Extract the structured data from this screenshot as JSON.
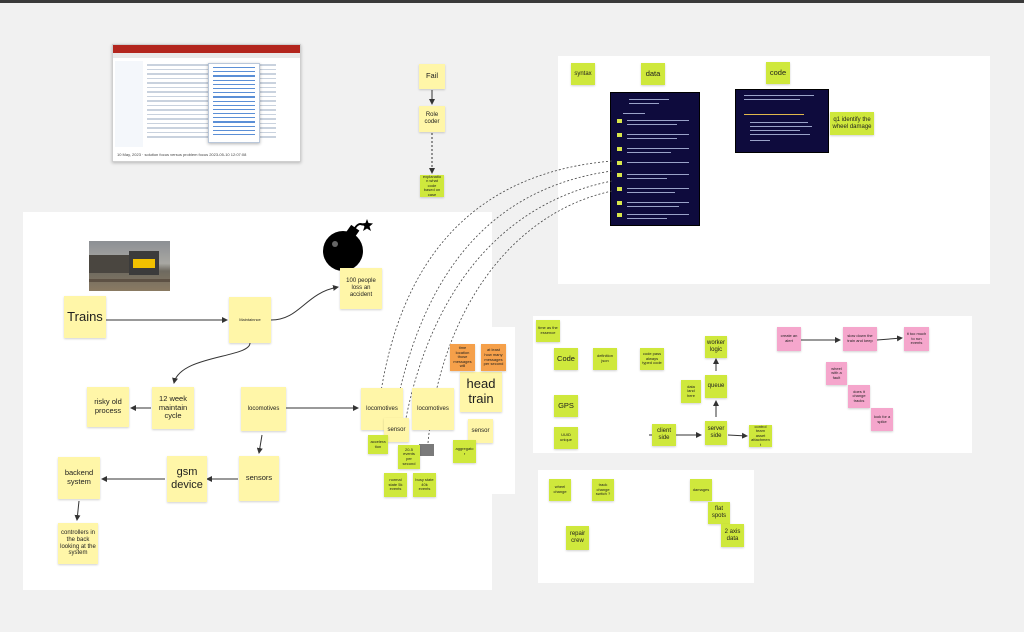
{
  "screenshot": {
    "caption": "10 May, 2023 · solution focus versus problem focus 2023-05-10 12:07:08"
  },
  "notes": [
    {
      "id": "fail",
      "text": "Fail"
    },
    {
      "id": "role-coder",
      "text": "Role coder"
    },
    {
      "id": "explanation",
      "text": "explanation what code based on case"
    },
    {
      "id": "syntax",
      "text": "syntax"
    },
    {
      "id": "data",
      "text": "data"
    },
    {
      "id": "code-top",
      "text": "code"
    },
    {
      "id": "q1",
      "text": "q1 identify the wheel damage"
    },
    {
      "id": "trains",
      "text": "Trains"
    },
    {
      "id": "maintainnce",
      "text": "Maintainnce"
    },
    {
      "id": "accident",
      "text": "100 people loss an accident"
    },
    {
      "id": "risky",
      "text": "risky old process"
    },
    {
      "id": "cycle",
      "text": "12 week maintain cycle"
    },
    {
      "id": "locomotives-1",
      "text": "locomotives"
    },
    {
      "id": "locomotives-2",
      "text": "locomotives"
    },
    {
      "id": "locomotives-3",
      "text": "locomotives"
    },
    {
      "id": "backend",
      "text": "backend system"
    },
    {
      "id": "gsm",
      "text": "gsm device"
    },
    {
      "id": "sensors",
      "text": "sensors"
    },
    {
      "id": "controllers",
      "text": "controllers in the back looking at the system"
    },
    {
      "id": "sensor-1",
      "text": "sensor"
    },
    {
      "id": "sensor-2",
      "text": "sensor"
    },
    {
      "id": "head-train",
      "text": "head train"
    },
    {
      "id": "acceleration",
      "text": "acceleration"
    },
    {
      "id": "normal-state",
      "text": "normal state 5k events"
    },
    {
      "id": "busy-state",
      "text": "busy state 40k events"
    },
    {
      "id": "events-per-second",
      "text": "20-5 events per second"
    },
    {
      "id": "aggregator",
      "text": "aggregator"
    },
    {
      "id": "orange-1",
      "text": "time location those messages will"
    },
    {
      "id": "orange-2",
      "text": "at least how many messages per second"
    },
    {
      "id": "time-essence",
      "text": "time as the essence"
    },
    {
      "id": "code-mid",
      "text": "Code"
    },
    {
      "id": "definition",
      "text": "definition json"
    },
    {
      "id": "code-pass",
      "text": "code pass always typed code"
    },
    {
      "id": "gps",
      "text": "GPS"
    },
    {
      "id": "uuid",
      "text": "UUID unique"
    },
    {
      "id": "worker",
      "text": "worker logic"
    },
    {
      "id": "data-land",
      "text": "data land here"
    },
    {
      "id": "queue",
      "text": "queue"
    },
    {
      "id": "client-side",
      "text": "client side"
    },
    {
      "id": "server-side",
      "text": "server side"
    },
    {
      "id": "control-team",
      "text": "control team asset attachment"
    },
    {
      "id": "create-alert",
      "text": "create an alert"
    },
    {
      "id": "slow-down",
      "text": "slow down the train and keep"
    },
    {
      "id": "too-much",
      "text": "it too much to run events"
    },
    {
      "id": "wheel-fault",
      "text": "wheel with a fault"
    },
    {
      "id": "does-change",
      "text": "does it change tracks"
    },
    {
      "id": "spike",
      "text": "look for a spike"
    },
    {
      "id": "wheel-change",
      "text": "wheel change"
    },
    {
      "id": "track-change",
      "text": "track change switch ?"
    },
    {
      "id": "damages",
      "text": "damages"
    },
    {
      "id": "flat-spots",
      "text": "flat spots"
    },
    {
      "id": "repair-crew",
      "text": "repair crew"
    },
    {
      "id": "two-axis",
      "text": "2 axis data"
    }
  ],
  "colors": {
    "yellow": "#fff6a8",
    "green": "#cfe83c",
    "orange": "#f5a04a",
    "pink": "#f5a6cc",
    "code_bg": "#0e0b3d"
  }
}
